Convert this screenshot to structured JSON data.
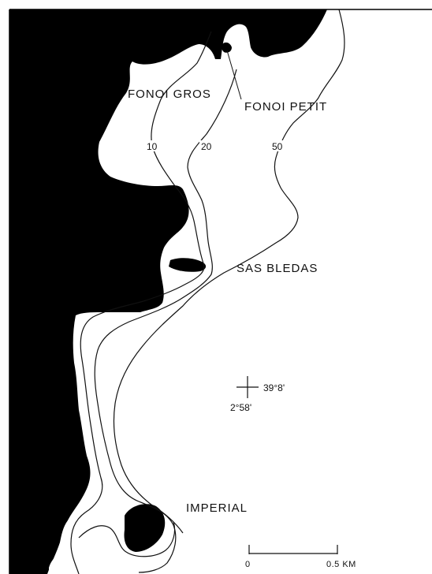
{
  "colors": {
    "land": "#000000",
    "sea": "#ffffff",
    "contour": "#111111"
  },
  "labels": {
    "fonoi_gros": "FONOI GROS",
    "fonoi_petit": "FONOI PETIT",
    "sas_bledas": "SAS BLEDAS",
    "imperial": "IMPERIAL"
  },
  "depth_contours": {
    "d10": "10",
    "d20": "20",
    "d50": "50"
  },
  "coordinates": {
    "latitude": "39°8'",
    "longitude": "2°58'"
  },
  "scale_bar": {
    "start": "0",
    "end": "0.5 KM"
  }
}
